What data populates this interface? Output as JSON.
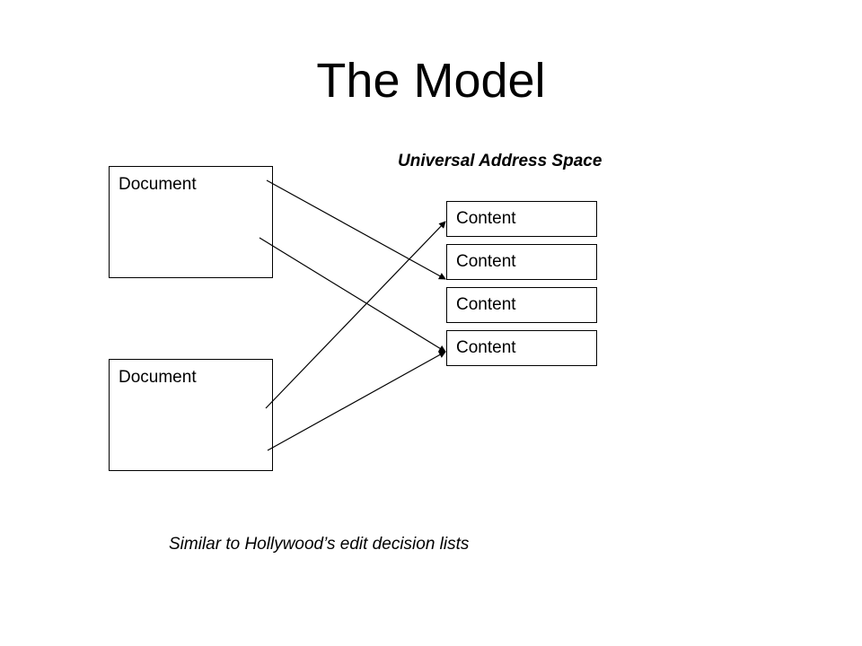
{
  "title": "The Model",
  "address_space_label": "Universal Address Space",
  "documents": [
    {
      "label": "Document"
    },
    {
      "label": "Document"
    }
  ],
  "contents": [
    {
      "label": "Content"
    },
    {
      "label": "Content"
    },
    {
      "label": "Content"
    },
    {
      "label": "Content"
    }
  ],
  "links": [
    {
      "from_document": 1,
      "to_content": 2
    },
    {
      "from_document": 1,
      "to_content": 4
    },
    {
      "from_document": 2,
      "to_content": 1
    },
    {
      "from_document": 2,
      "to_content": 4
    }
  ],
  "caption": "Similar to Hollywood’s edit decision lists"
}
